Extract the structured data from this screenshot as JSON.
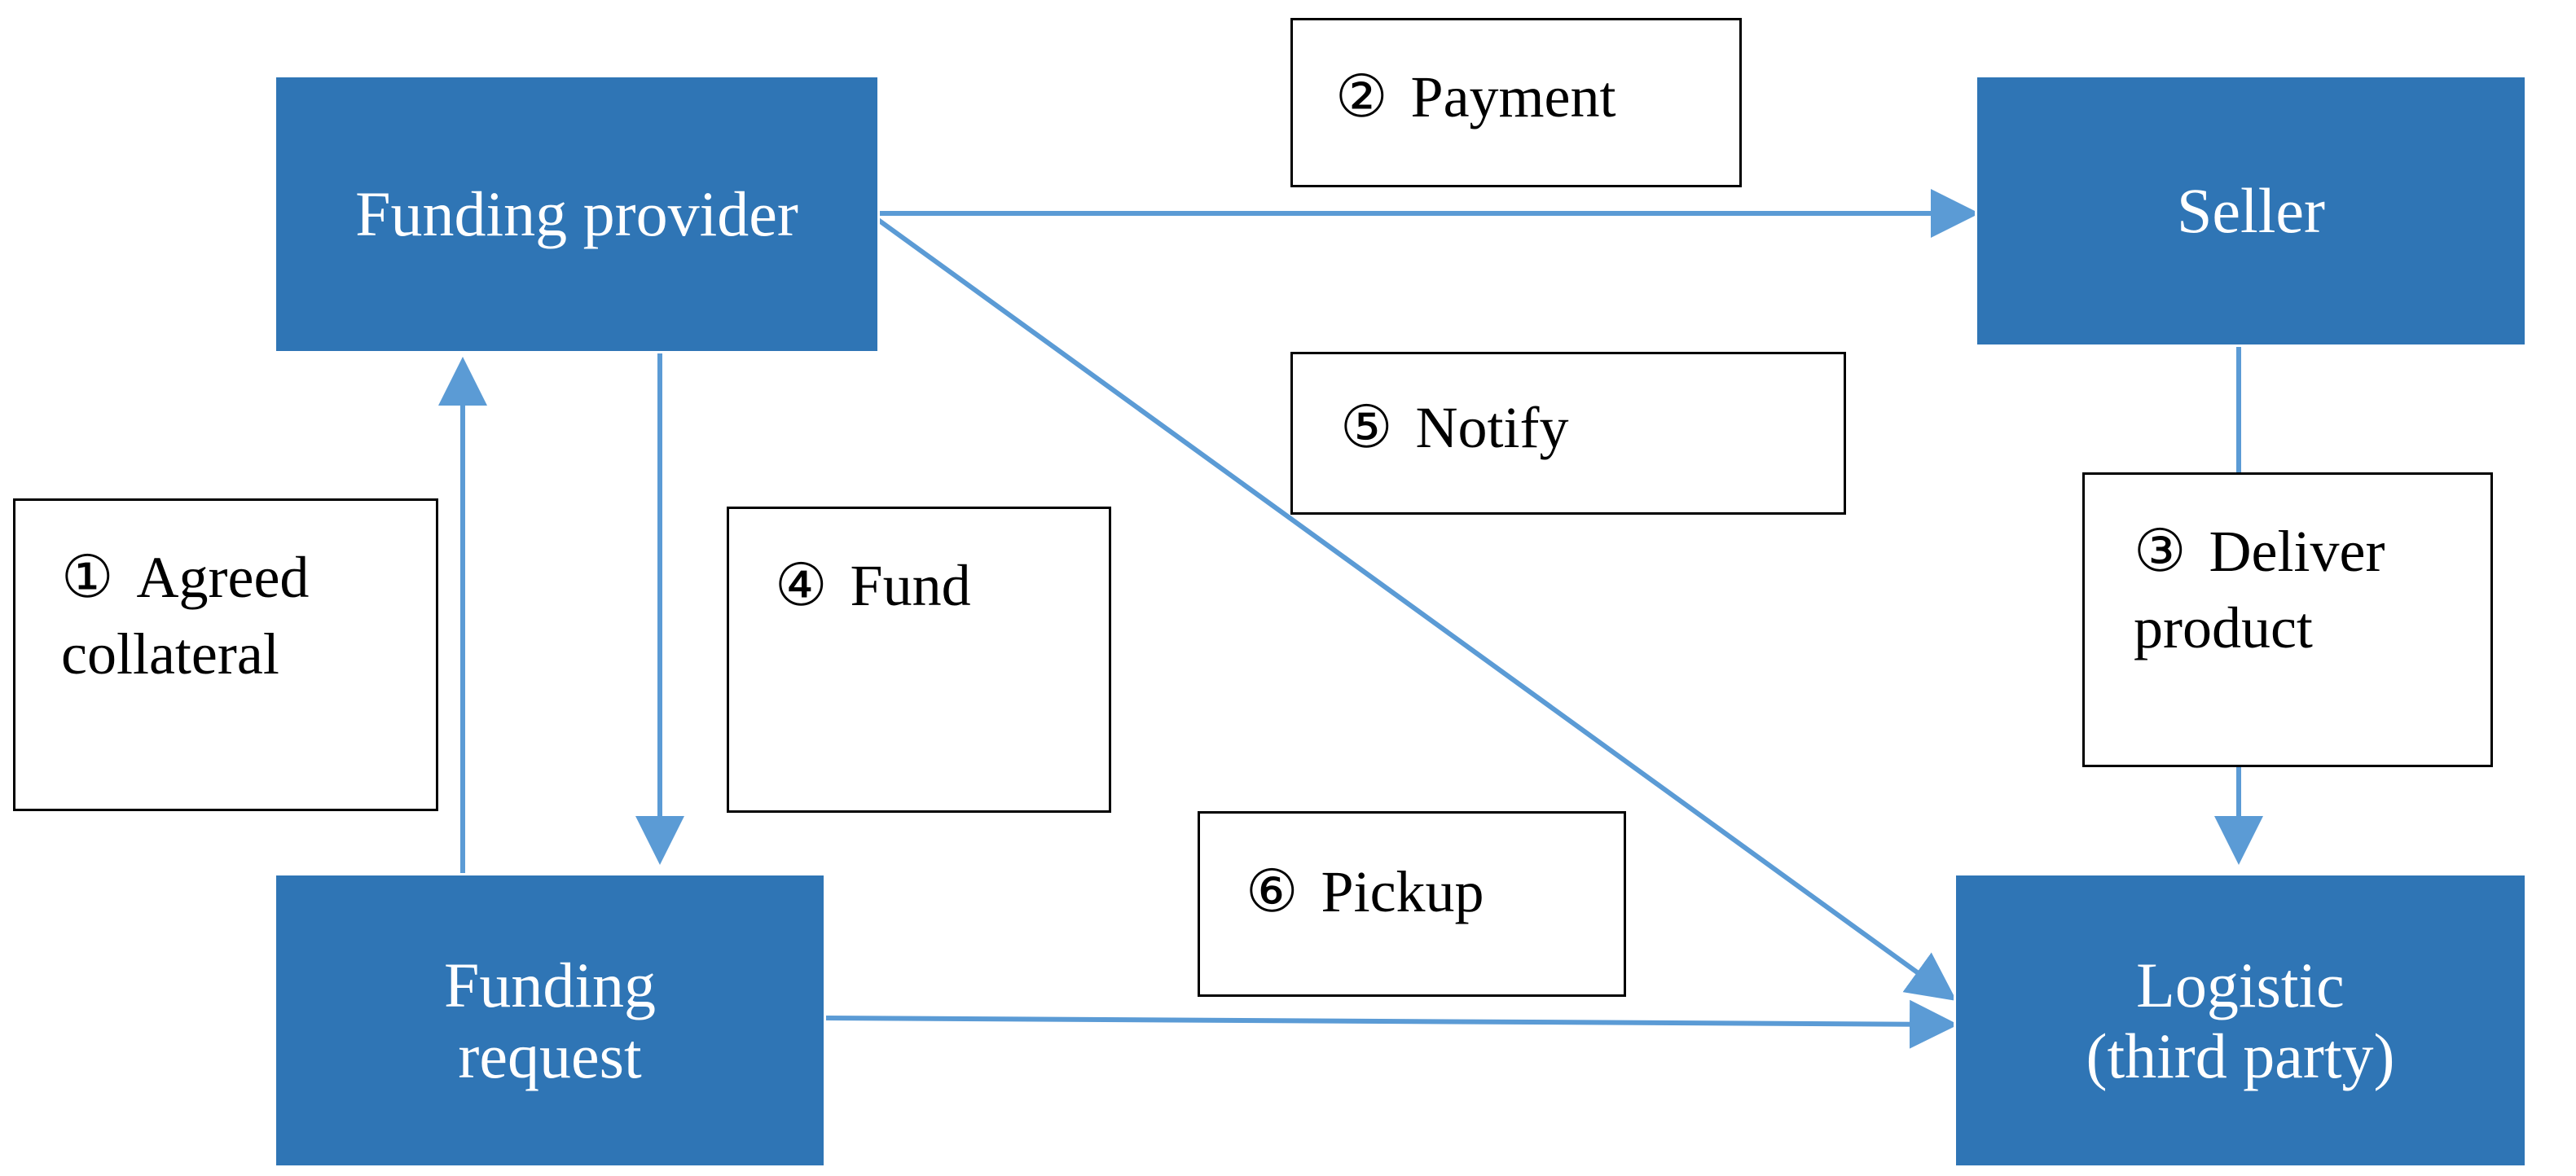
{
  "colors": {
    "node_fill": "#2f75b5",
    "arrow": "#5b9bd5",
    "node_text": "#ffffff",
    "label_border": "#000000"
  },
  "nodes": {
    "funding_provider": "Funding provider",
    "seller": "Seller",
    "funding_request": "Funding\nrequest",
    "logistic": "Logistic\n(third party)"
  },
  "steps": [
    {
      "num": "①",
      "text": "Agreed\ncollateral"
    },
    {
      "num": "②",
      "text": "Payment"
    },
    {
      "num": "③",
      "text": "Deliver\nproduct"
    },
    {
      "num": "④",
      "text": "Fund"
    },
    {
      "num": "⑤",
      "text": "Notify"
    },
    {
      "num": "⑥",
      "text": "Pickup"
    }
  ]
}
